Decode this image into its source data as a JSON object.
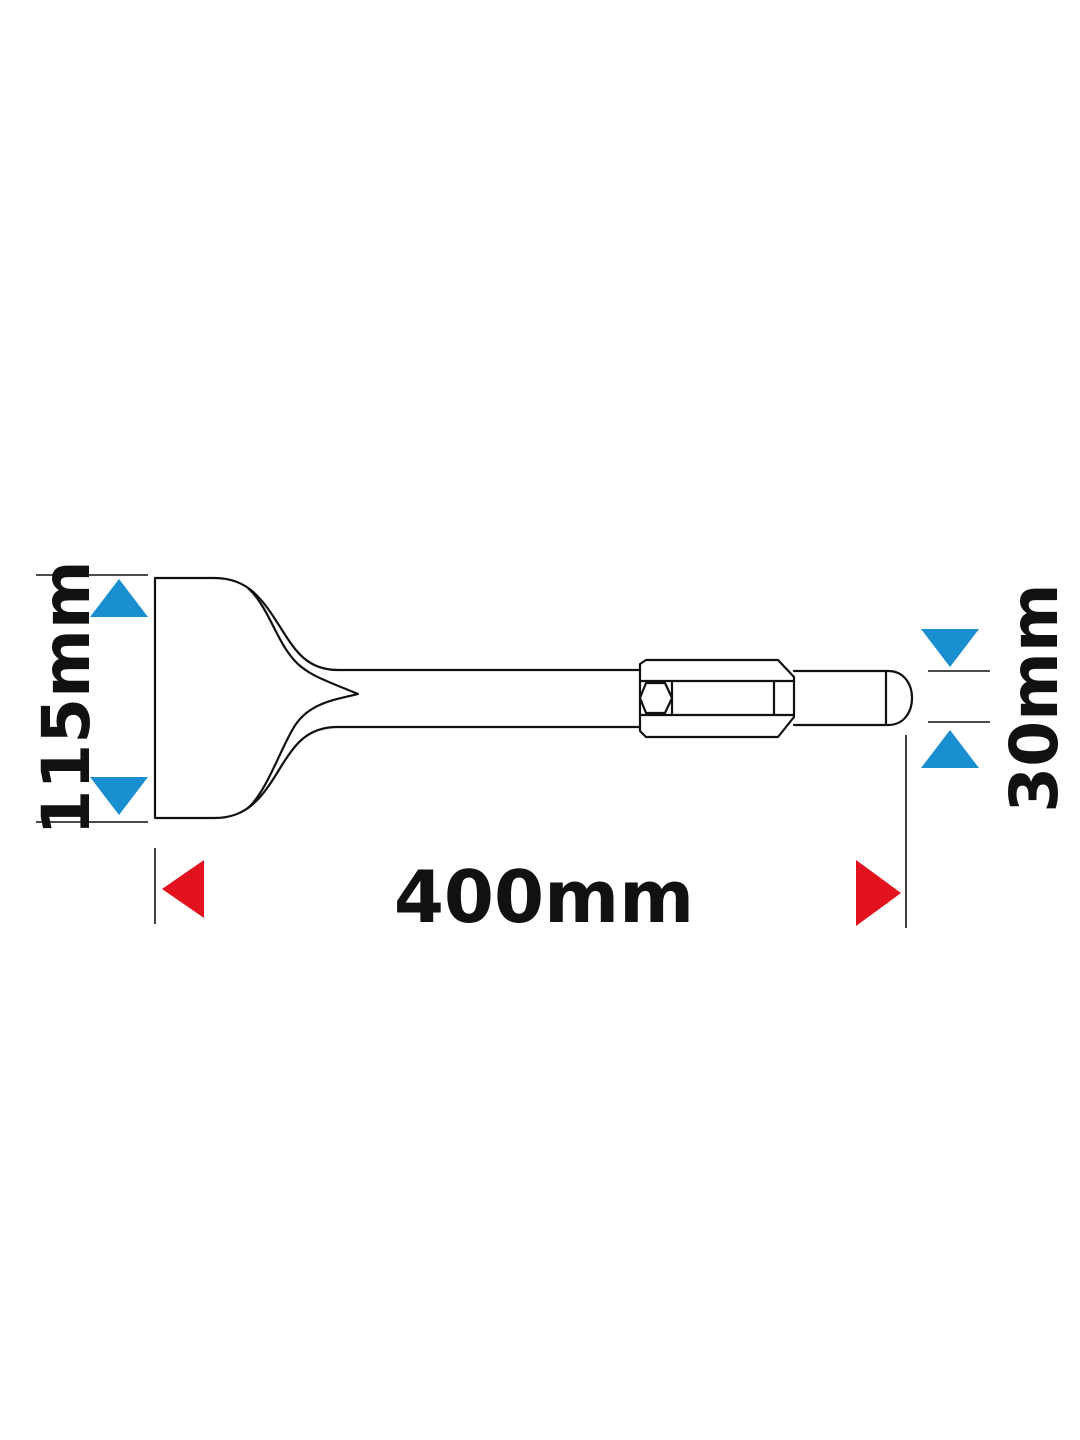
{
  "dimensions": {
    "total_length": {
      "text": "400mm",
      "value": 400,
      "unit": "mm"
    },
    "blade_width": {
      "text": "115mm",
      "value": 115,
      "unit": "mm"
    },
    "shank_size": {
      "text": "30mm",
      "value": 30,
      "unit": "mm"
    }
  },
  "colors": {
    "length_arrow": "#e2131f",
    "width_arrow": "#1a8fd0",
    "outline": "#111111",
    "background": "#ffffff"
  }
}
